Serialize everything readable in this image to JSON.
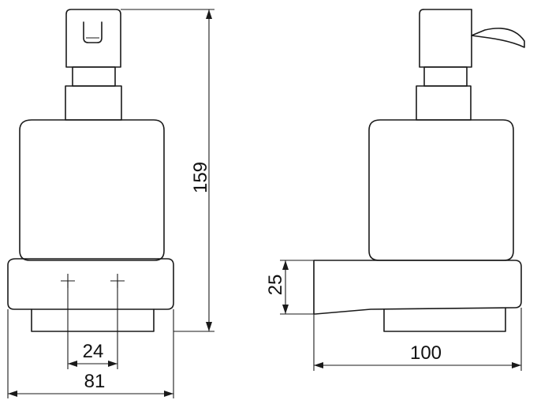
{
  "dimensions": {
    "height": "159",
    "mount_spacing": "24",
    "width_front": "81",
    "bracket_height": "25",
    "depth_side": "100"
  }
}
